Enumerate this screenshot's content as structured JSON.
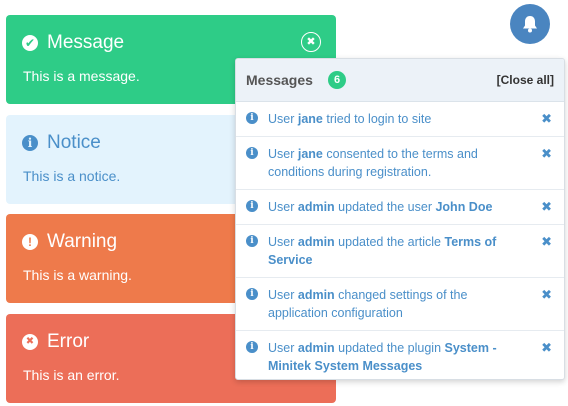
{
  "alerts": [
    {
      "title": "Message",
      "text": "This is a message."
    },
    {
      "title": "Notice",
      "text": "This is a notice."
    },
    {
      "title": "Warning",
      "text": "This is a warning."
    },
    {
      "title": "Error",
      "text": "This is an error."
    }
  ],
  "panel": {
    "title": "Messages",
    "count": "6",
    "close_all": "[Close all]",
    "close_glyph": "✖",
    "items": [
      {
        "pre": "User ",
        "b1": "jane",
        "mid": " tried to login to site",
        "b2": "",
        "post": ""
      },
      {
        "pre": "User ",
        "b1": "jane",
        "mid": " consented to the terms and conditions during registration.",
        "b2": "",
        "post": ""
      },
      {
        "pre": "User ",
        "b1": "admin",
        "mid": " updated the user ",
        "b2": "John Doe",
        "post": ""
      },
      {
        "pre": "User ",
        "b1": "admin",
        "mid": " updated the article ",
        "b2": "Terms of Service",
        "post": ""
      },
      {
        "pre": "User ",
        "b1": "admin",
        "mid": " changed settings of the application configuration",
        "b2": "",
        "post": ""
      },
      {
        "pre": "User ",
        "b1": "admin",
        "mid": " updated the plugin ",
        "b2": "System - Minitek System Messages",
        "post": ""
      }
    ]
  },
  "colors": {
    "message": "#2ecc87",
    "notice_bg": "#e3f3fd",
    "notice_text": "#4a8fc9",
    "warning": "#ee7a4b",
    "error": "#ec6e58",
    "bell": "#4a85c0"
  },
  "icons": {
    "message": "check-circle-icon",
    "notice": "info-circle-icon",
    "warning": "exclamation-circle-icon",
    "error": "times-circle-icon",
    "bell": "bell-icon",
    "item": "info-circle-icon",
    "item_close": "close-icon"
  }
}
